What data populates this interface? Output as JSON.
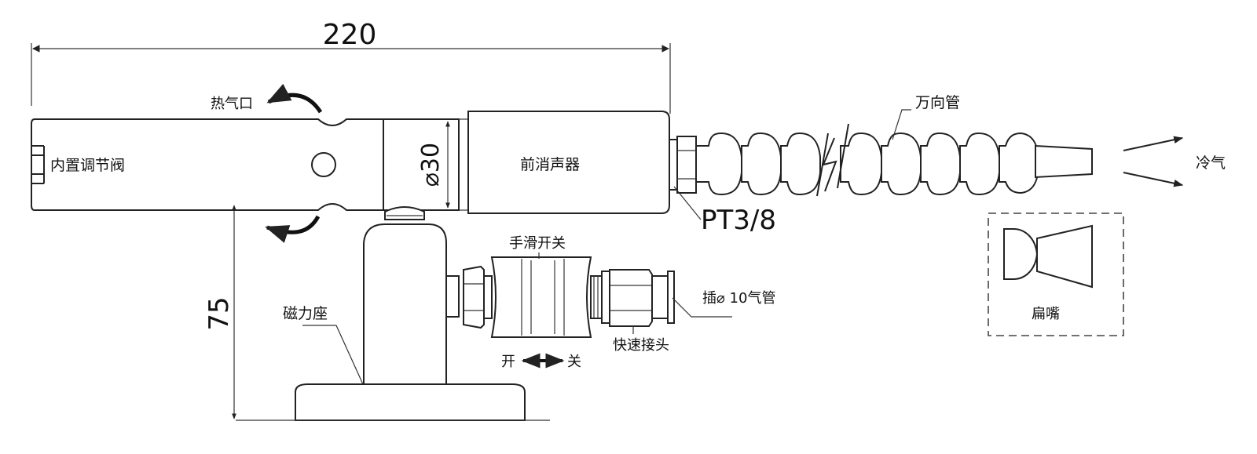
{
  "dimensions": {
    "length": "220",
    "diameter": "⌀30",
    "height": "75",
    "thread": "PT3/8"
  },
  "labels": {
    "hot_outlet": "热气口",
    "valve": "内置调节阀",
    "muffler": "前消声器",
    "universal_tube": "万向管",
    "cold_air": "冷气",
    "flat_nozzle": "扁嘴",
    "hand_switch": "手滑开关",
    "hose_inlet": "插⌀ 10气管",
    "quick_coupler": "快速接头",
    "magnet_base": "磁力座",
    "open": "开",
    "close": "关"
  }
}
